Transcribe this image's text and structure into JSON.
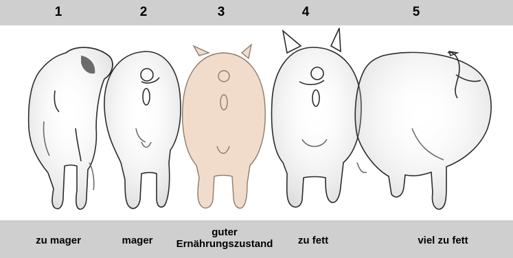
{
  "scale": {
    "numbers": [
      "1",
      "2",
      "3",
      "4",
      "5"
    ],
    "labels": [
      {
        "lines": [
          "zu mager"
        ]
      },
      {
        "lines": [
          "mager"
        ]
      },
      {
        "lines": [
          "guter",
          "Ernährungszustand"
        ]
      },
      {
        "lines": [
          "zu fett"
        ]
      },
      {
        "lines": [
          "viel zu fett"
        ]
      }
    ],
    "highlighted": 3
  },
  "colors": {
    "band": "#cfcfcf",
    "highlight_fill": "#f1dccb",
    "outline": "#2a2a2a",
    "shade": "#6b6b6b"
  }
}
